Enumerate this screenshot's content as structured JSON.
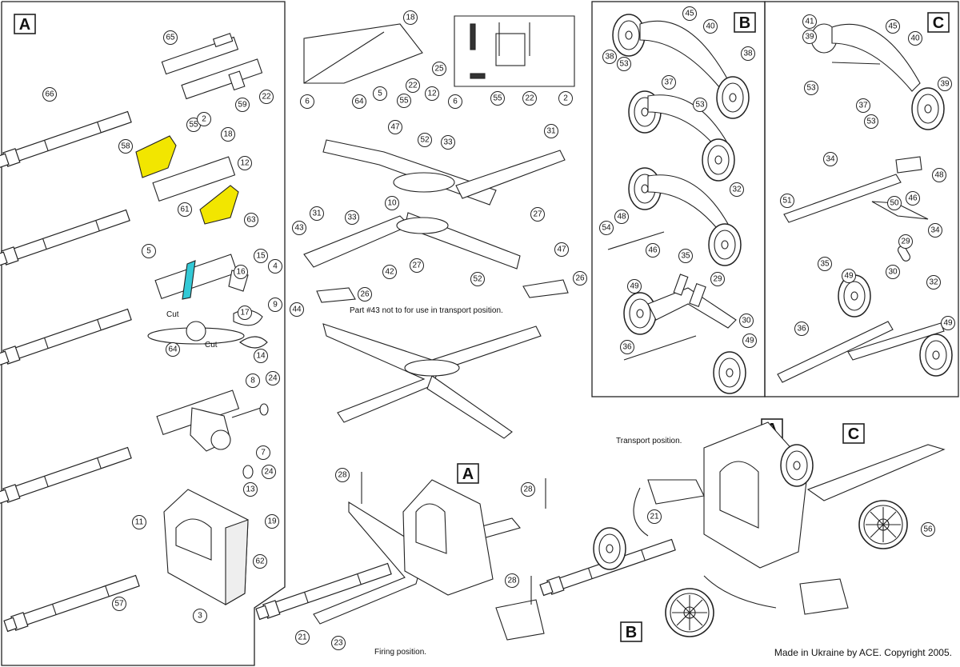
{
  "panels": [
    {
      "id": "A",
      "label": "A"
    },
    {
      "id": "B",
      "label": "B"
    },
    {
      "id": "C",
      "label": "C"
    }
  ],
  "assembly_labels": {
    "A_firing": "A",
    "A_transport": "A",
    "B_transport": "B",
    "C_transport": "C"
  },
  "notes": {
    "part43": "Part #43 not to for use in transport position.",
    "transport": "Transport position.",
    "firing": "Firing position.",
    "cut": "Cut"
  },
  "footer": "Made in Ukraine by ACE. Copyright 2005.",
  "highlight_colors": {
    "yellow_parts": "#f2e600",
    "cyan_part": "#33c9d6"
  },
  "part_numbers": {
    "p66": "66",
    "p65": "65",
    "p22a": "22",
    "p59": "59",
    "p58": "58",
    "p55a": "55",
    "p2a": "2",
    "p18a": "18",
    "p12a": "12",
    "p61": "61",
    "p63": "63",
    "p5a": "5",
    "p15": "15",
    "p16": "16",
    "p4": "4",
    "p17": "17",
    "p9": "9",
    "p64a": "64",
    "p14": "14",
    "p8": "8",
    "p24a": "24",
    "p7": "7",
    "p24b": "24",
    "p13": "13",
    "p11": "11",
    "p19": "19",
    "p62": "62",
    "p57": "57",
    "p3": "3",
    "p18b": "18",
    "p25": "25",
    "p22b": "22",
    "p12b": "12",
    "p6a": "6",
    "p64b": "64",
    "p5b": "5",
    "p55b": "55",
    "p6b": "6",
    "p55c": "55",
    "p22c": "22",
    "p2b": "2",
    "p47a": "47",
    "p52a": "52",
    "p33a": "33",
    "p31a": "31",
    "p10": "10",
    "p27a": "27",
    "p33b": "33",
    "p31b": "31",
    "p43": "43",
    "p27b": "27",
    "p42": "42",
    "p52b": "52",
    "p47b": "47",
    "p26a": "26",
    "p26b": "26",
    "p44": "44",
    "p28a": "28",
    "p28b": "28",
    "p28c": "28",
    "p21a": "21",
    "p23": "23",
    "p21b": "21",
    "p56": "56",
    "p45a": "45",
    "p40a": "40",
    "p38a": "38",
    "p38b": "38",
    "p53a": "53",
    "p37a": "37",
    "p53b": "53",
    "p32a": "32",
    "p48a": "48",
    "p54": "54",
    "p46a": "46",
    "p35a": "35",
    "p29a": "29",
    "p49a": "49",
    "p30a": "30",
    "p36a": "36",
    "p49b": "49",
    "p41": "41",
    "p39a": "39",
    "p45b": "45",
    "p40b": "40",
    "p53c": "53",
    "p37b": "37",
    "p39b": "39",
    "p53d": "53",
    "p34a": "34",
    "p48b": "48",
    "p51": "51",
    "p46b": "46",
    "p50": "50",
    "p34b": "34",
    "p35b": "35",
    "p29b": "29",
    "p49c": "49",
    "p30b": "30",
    "p32b": "32",
    "p36b": "36",
    "p49d": "49"
  }
}
